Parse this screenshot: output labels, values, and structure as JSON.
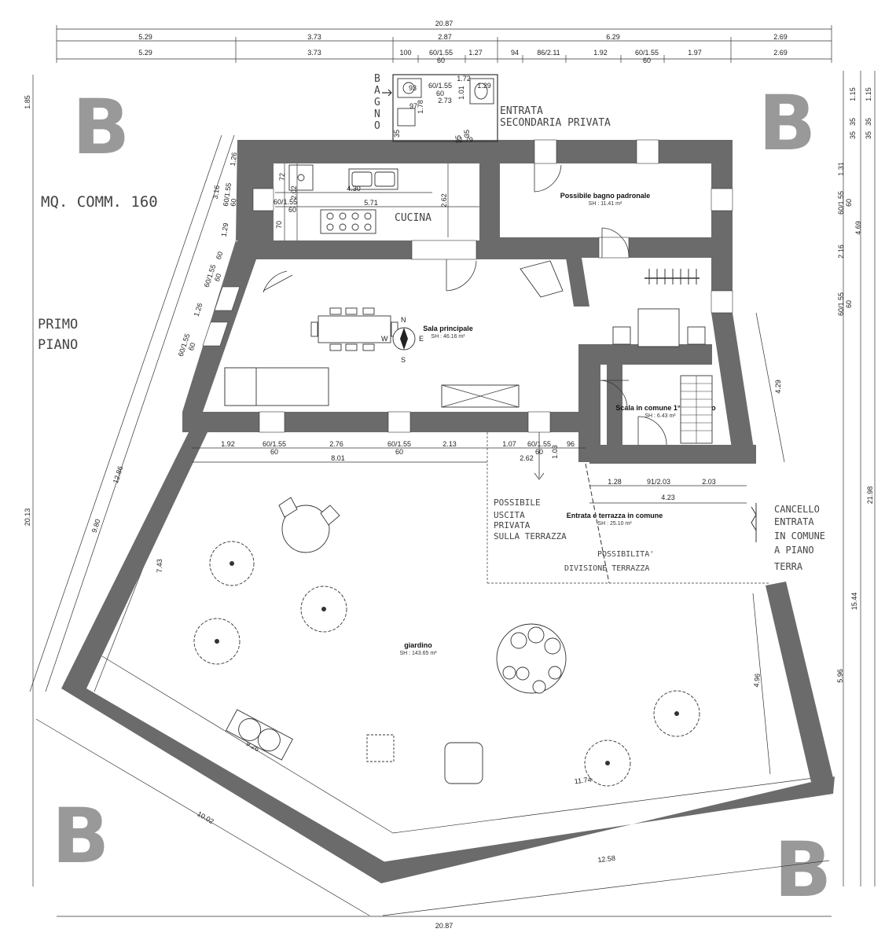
{
  "watermarks": {
    "b_top_left": "B",
    "b_top_right": "B",
    "b_bottom_left": "B",
    "b_bottom_right": "B"
  },
  "notes": {
    "mq_comm": "MQ. COMM. 160",
    "floor_line1": "PRIMO",
    "floor_line2": "PIANO",
    "bagno_vertical": [
      "B",
      "A",
      "G",
      "N",
      "O"
    ],
    "entrata_line1": "ENTRATA",
    "entrata_line2": "SECONDARIA PRIVATA",
    "cucina": "CUCINA",
    "uscita": [
      "POSSIBILE",
      "USCITA",
      "PRIVATA",
      "SULLA TERRAZZA"
    ],
    "divisione": [
      "POSSIBILITA'",
      "DIVISIONE TERRAZZA"
    ],
    "cancello": [
      "CANCELLO",
      "ENTRATA",
      "IN COMUNE",
      "A PIANO",
      "TERRA"
    ]
  },
  "rooms": {
    "bagno_padronale": {
      "name": "Possibile bagno padronale",
      "area": "SH : 11.41 m²"
    },
    "sala": {
      "name": "Sala principale",
      "area": "SH : 46.16 m²"
    },
    "scala": {
      "name": "Scala in comune 1° e 2° piano",
      "area": "SH : 6.43 m²"
    },
    "terrazza": {
      "name": "Entrata e terrazza in comune",
      "area": "SH : 25.10 m²"
    },
    "giardino": {
      "name": "giardino",
      "area": "SH : 143.65 m²"
    }
  },
  "compass": {
    "n": "N",
    "s": "S",
    "e": "E",
    "w": "W"
  },
  "dimensions": {
    "top_total": "20.87",
    "top_row1": [
      "5.29",
      "3.73",
      "2.87",
      "6.29",
      "2.69"
    ],
    "top_row2": [
      "5.29",
      "3.73",
      "100",
      "60/1.55",
      "60",
      "1.27",
      "94",
      "86/2.11",
      "1.92",
      "60/1.55",
      "60",
      "1.97",
      "2.69"
    ],
    "bathroom": [
      "93",
      "60/1.55",
      "60",
      "1.72",
      "2.73",
      "1.01",
      "1.29",
      "97",
      "1.78",
      "35",
      "95",
      "35",
      "1.79"
    ],
    "kitchen": [
      "72",
      "4.30",
      "60/1.55",
      "60",
      "5.71",
      "2.02",
      "2.62",
      "70"
    ],
    "left_diag": [
      "3.16",
      "60/1.55",
      "60",
      "1.26",
      "1.29",
      "60",
      "60/1.55",
      "60",
      "1.26",
      "60/1.55",
      "60",
      "12.86",
      "9.80",
      "7.43",
      "20.13",
      "1.85"
    ],
    "right_col": [
      "1.15",
      "1.15",
      "35",
      "35",
      "35",
      "35",
      "1.31",
      "60/1.55",
      "60",
      "4.69",
      "2.16",
      "60/1.55",
      "60",
      "4.29",
      "21.98",
      "15.44",
      "5.96",
      "4.96"
    ],
    "south_wall": [
      "1.92",
      "60/1.55",
      "60",
      "2.76",
      "60/1.55",
      "60",
      "2.13",
      "1.07",
      "60/1.55",
      "60",
      "96",
      "8.01",
      "2.62",
      "1.03"
    ],
    "terrace": [
      "1.28",
      "91/2.03",
      "2.03",
      "4.23"
    ],
    "bottom": [
      "9.26",
      "10.02",
      "11.74",
      "12.58",
      "20.87"
    ]
  }
}
